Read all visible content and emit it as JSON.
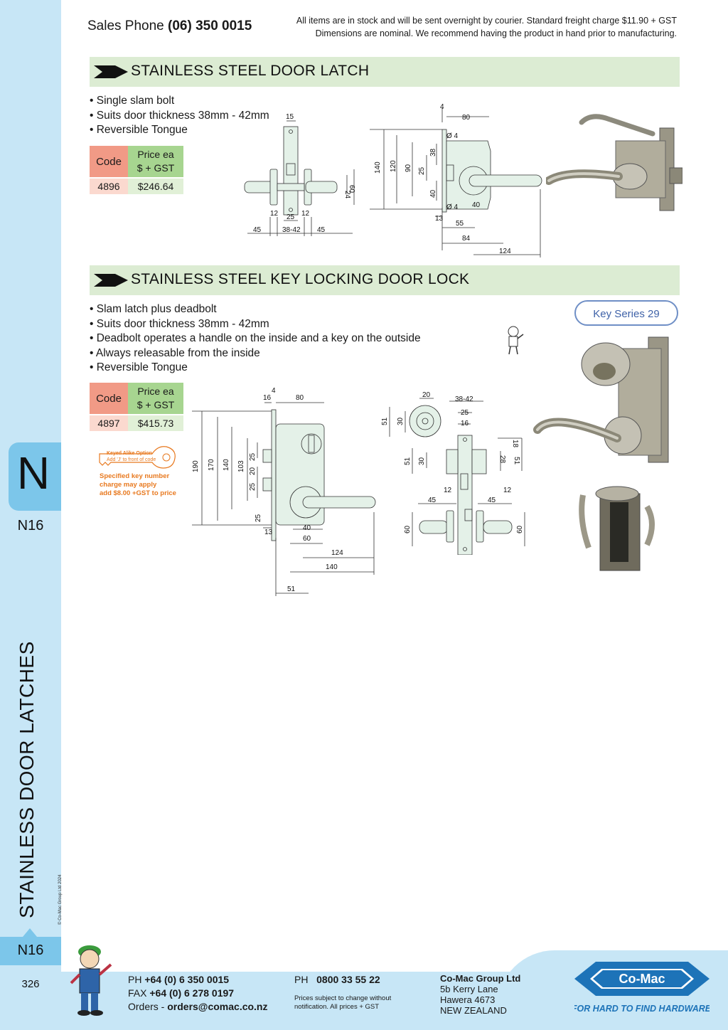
{
  "header": {
    "sales_label": "Sales Phone",
    "sales_phone": "(06) 350 0015",
    "note_line1": "All items are in stock and will be sent overnight by courier. Standard freight charge $11.90 + GST",
    "note_line2": "Dimensions are nominal. We recommend having the product in hand prior to manufacturing."
  },
  "sidebar": {
    "section_letter": "N",
    "section_page": "N16",
    "vertical_title": "STAINLESS DOOR LATCHES",
    "page_tab": "N16",
    "page_number": "326",
    "copyright": "© Co-Mac Group Ltd 2024"
  },
  "latch": {
    "title": "STAINLESS STEEL DOOR LATCH",
    "bullets": [
      "Single slam bolt",
      "Suits door thickness 38mm - 42mm",
      "Reversible Tongue"
    ],
    "table": {
      "code_header": "Code",
      "price_header_1": "Price ea",
      "price_header_2": "$ + GST",
      "code": "4896",
      "price": "$246.64"
    },
    "dims_front": {
      "d15": "15",
      "d24": "24",
      "d60": "60",
      "d12a": "12",
      "d25": "25",
      "d12b": "12",
      "d45a": "45",
      "d3842": "38-42",
      "d45b": "45"
    },
    "dims_side": {
      "d4": "4",
      "d80": "80",
      "phi4a": "Ø 4",
      "d140": "140",
      "d120": "120",
      "d90": "90",
      "d38": "38",
      "d25": "25",
      "d40a": "40",
      "phi4b": "Ø 4",
      "d40b": "40",
      "d13": "13",
      "d55": "55",
      "d84": "84",
      "d124": "124"
    }
  },
  "lock": {
    "title": "STAINLESS STEEL KEY LOCKING DOOR LOCK",
    "bullets": [
      "Slam latch plus deadbolt",
      "Suits door thickness 38mm - 42mm",
      "Deadbolt operates a handle on the inside and a key on the outside",
      "Always releasable from the inside",
      "Reversible Tongue"
    ],
    "key_series": "Key Series 29",
    "table": {
      "code_header": "Code",
      "price_header_1": "Price ea",
      "price_header_2": "$ + GST",
      "code": "4897",
      "price": "$415.73"
    },
    "keyed_alike": {
      "key_line1": "Keyed Alike Option",
      "key_line2": "Add 'J' to front of code",
      "line1": "Specified key number",
      "line2": "charge may apply",
      "line3": "add $8.00 +GST to price"
    },
    "dims_side": {
      "d16": "16",
      "d4": "4",
      "d80": "80",
      "d190": "190",
      "d170": "170",
      "d140": "140",
      "d103": "103",
      "d25a": "25",
      "d20": "20",
      "d25b": "25",
      "d25c": "25",
      "d13": "13",
      "d40": "40",
      "d60": "60",
      "d124": "124",
      "d140b": "140",
      "d51": "51"
    },
    "dims_front": {
      "d20": "20",
      "d3842": "38-42",
      "d25": "25",
      "d16": "16",
      "d51a": "51",
      "d30a": "30",
      "d51b": "51",
      "d30b": "30",
      "d18": "18",
      "d28": "28",
      "d51c": "51",
      "d12a": "12",
      "d45a": "45",
      "d12b": "12",
      "d45b": "45",
      "d60a": "60",
      "d60b": "60"
    }
  },
  "footer": {
    "ph_label": "PH",
    "ph": "+64 (0) 6 350 0015",
    "fax_label": "FAX",
    "fax": "+64 (0) 6 278 0197",
    "orders_label": "Orders -",
    "orders": "orders@comac.co.nz",
    "ph2_label": "PH",
    "ph2": "0800 33 55 22",
    "prices_note_1": "Prices subject to change without",
    "prices_note_2": "notification. All prices + GST",
    "company": "Co-Mac Group Ltd",
    "addr1": "5b Kerry Lane",
    "addr2": "Hawera 4673",
    "addr3": "NEW ZEALAND",
    "logo_text": "Co-Mac",
    "tagline": "FOR HARD TO FIND HARDWARE"
  },
  "colors": {
    "sidebar": "#c7e6f6",
    "tab": "#7cc6ea",
    "section_bar": "#dcecd3",
    "code_header": "#f19a86",
    "price_header": "#a7d590",
    "logo_blue": "#1d73b8",
    "keyed_orange": "#e8791f"
  }
}
